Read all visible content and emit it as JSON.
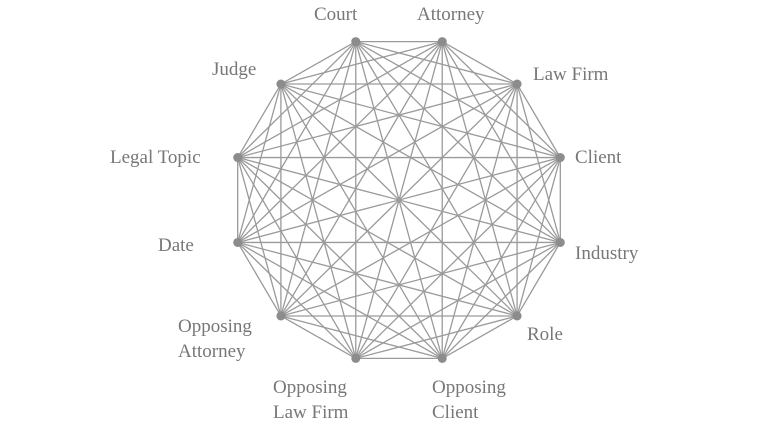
{
  "diagram": {
    "type": "complete-graph",
    "line_color": "#9a9a9a",
    "node_color": "#8c8c8c",
    "text_color": "#777777",
    "nodes": [
      {
        "label": "Court"
      },
      {
        "label": "Attorney"
      },
      {
        "label": "Law Firm"
      },
      {
        "label": "Client"
      },
      {
        "label": "Industry"
      },
      {
        "label": "Role"
      },
      {
        "label": "Opposing\nClient"
      },
      {
        "label": "Opposing\nLaw Firm"
      },
      {
        "label": "Opposing\nAttorney"
      },
      {
        "label": "Date"
      },
      {
        "label": "Legal Topic"
      },
      {
        "label": "Judge"
      }
    ]
  }
}
